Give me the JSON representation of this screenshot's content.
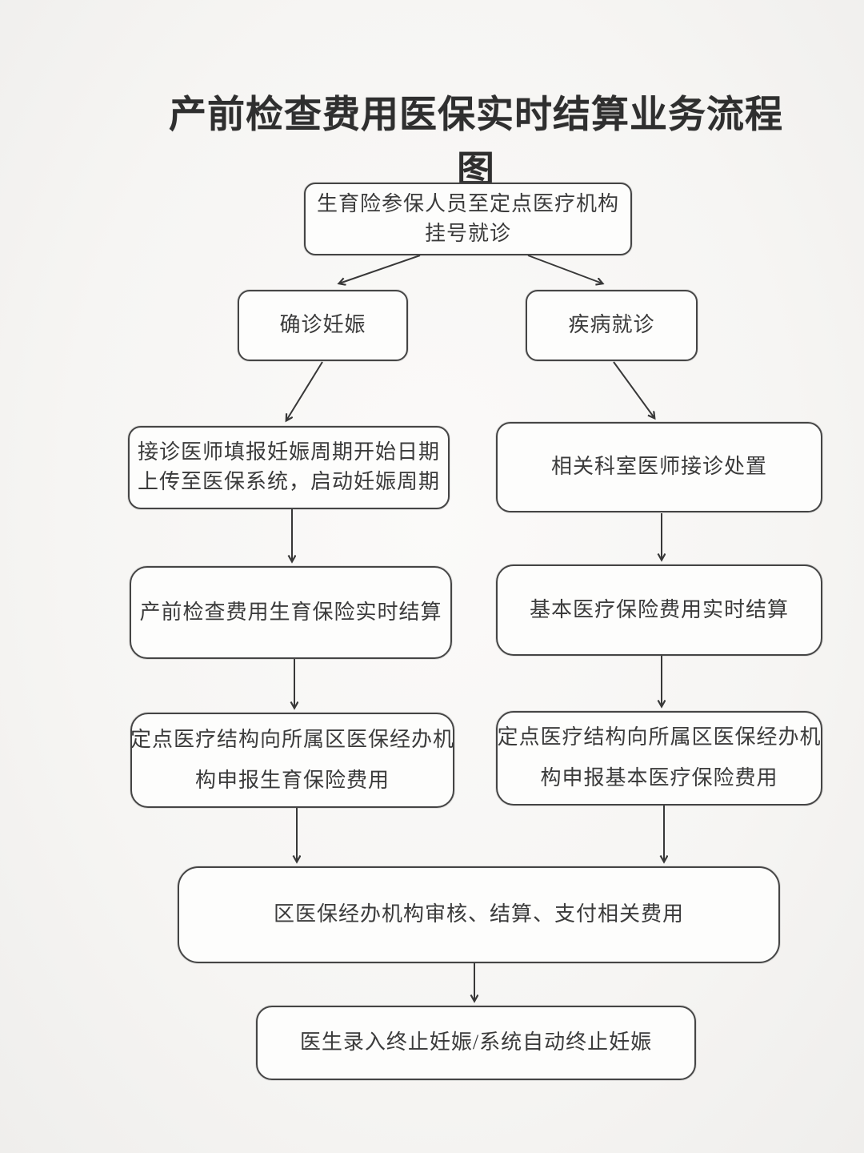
{
  "title": "产前检查费用医保实时结算业务流程图",
  "flowchart": {
    "nodes": [
      {
        "id": "registration",
        "lines": [
          "生育险参保人员至定点医疗机构",
          "挂号就诊"
        ]
      },
      {
        "id": "pregnancy-confirmed",
        "lines": [
          "确诊妊娠"
        ]
      },
      {
        "id": "disease-visit",
        "lines": [
          "疾病就诊"
        ]
      },
      {
        "id": "physician-report-cycle",
        "lines": [
          "接诊医师填报妊娠周期开始日期",
          "上传至医保系统，启动妊娠周期"
        ]
      },
      {
        "id": "department-treatment",
        "lines": [
          "相关科室医师接诊处置"
        ]
      },
      {
        "id": "prenatal-maternity-settlement",
        "lines": [
          "产前检查费用生育保险实时结算"
        ]
      },
      {
        "id": "basic-medical-settlement",
        "lines": [
          "基本医疗保险费用实时结算"
        ]
      },
      {
        "id": "declare-maternity-fees",
        "lines": [
          "定点医疗结构向所属区医保经办机",
          "构申报生育保险费用"
        ]
      },
      {
        "id": "declare-basic-fees",
        "lines": [
          "定点医疗结构向所属区医保经办机",
          "构申报基本医疗保险费用"
        ]
      },
      {
        "id": "review-settle-pay",
        "lines": [
          "区医保经办机构审核、结算、支付相关费用"
        ]
      },
      {
        "id": "terminate-pregnancy",
        "lines": [
          "医生录入终止妊娠/系统自动终止妊娠"
        ]
      }
    ],
    "edges": [
      {
        "from": "registration",
        "to": "pregnancy-confirmed"
      },
      {
        "from": "registration",
        "to": "disease-visit"
      },
      {
        "from": "pregnancy-confirmed",
        "to": "physician-report-cycle"
      },
      {
        "from": "disease-visit",
        "to": "department-treatment"
      },
      {
        "from": "physician-report-cycle",
        "to": "prenatal-maternity-settlement"
      },
      {
        "from": "department-treatment",
        "to": "basic-medical-settlement"
      },
      {
        "from": "prenatal-maternity-settlement",
        "to": "declare-maternity-fees"
      },
      {
        "from": "basic-medical-settlement",
        "to": "declare-basic-fees"
      },
      {
        "from": "declare-maternity-fees",
        "to": "review-settle-pay"
      },
      {
        "from": "declare-basic-fees",
        "to": "review-settle-pay"
      },
      {
        "from": "review-settle-pay",
        "to": "terminate-pregnancy"
      }
    ],
    "colors": {
      "background": "#f7f6f4",
      "box_fill": "#fdfdfc",
      "box_border": "#454545",
      "arrow": "#383838",
      "text": "#3b3b3b",
      "title_text": "#2f2f2f"
    }
  }
}
